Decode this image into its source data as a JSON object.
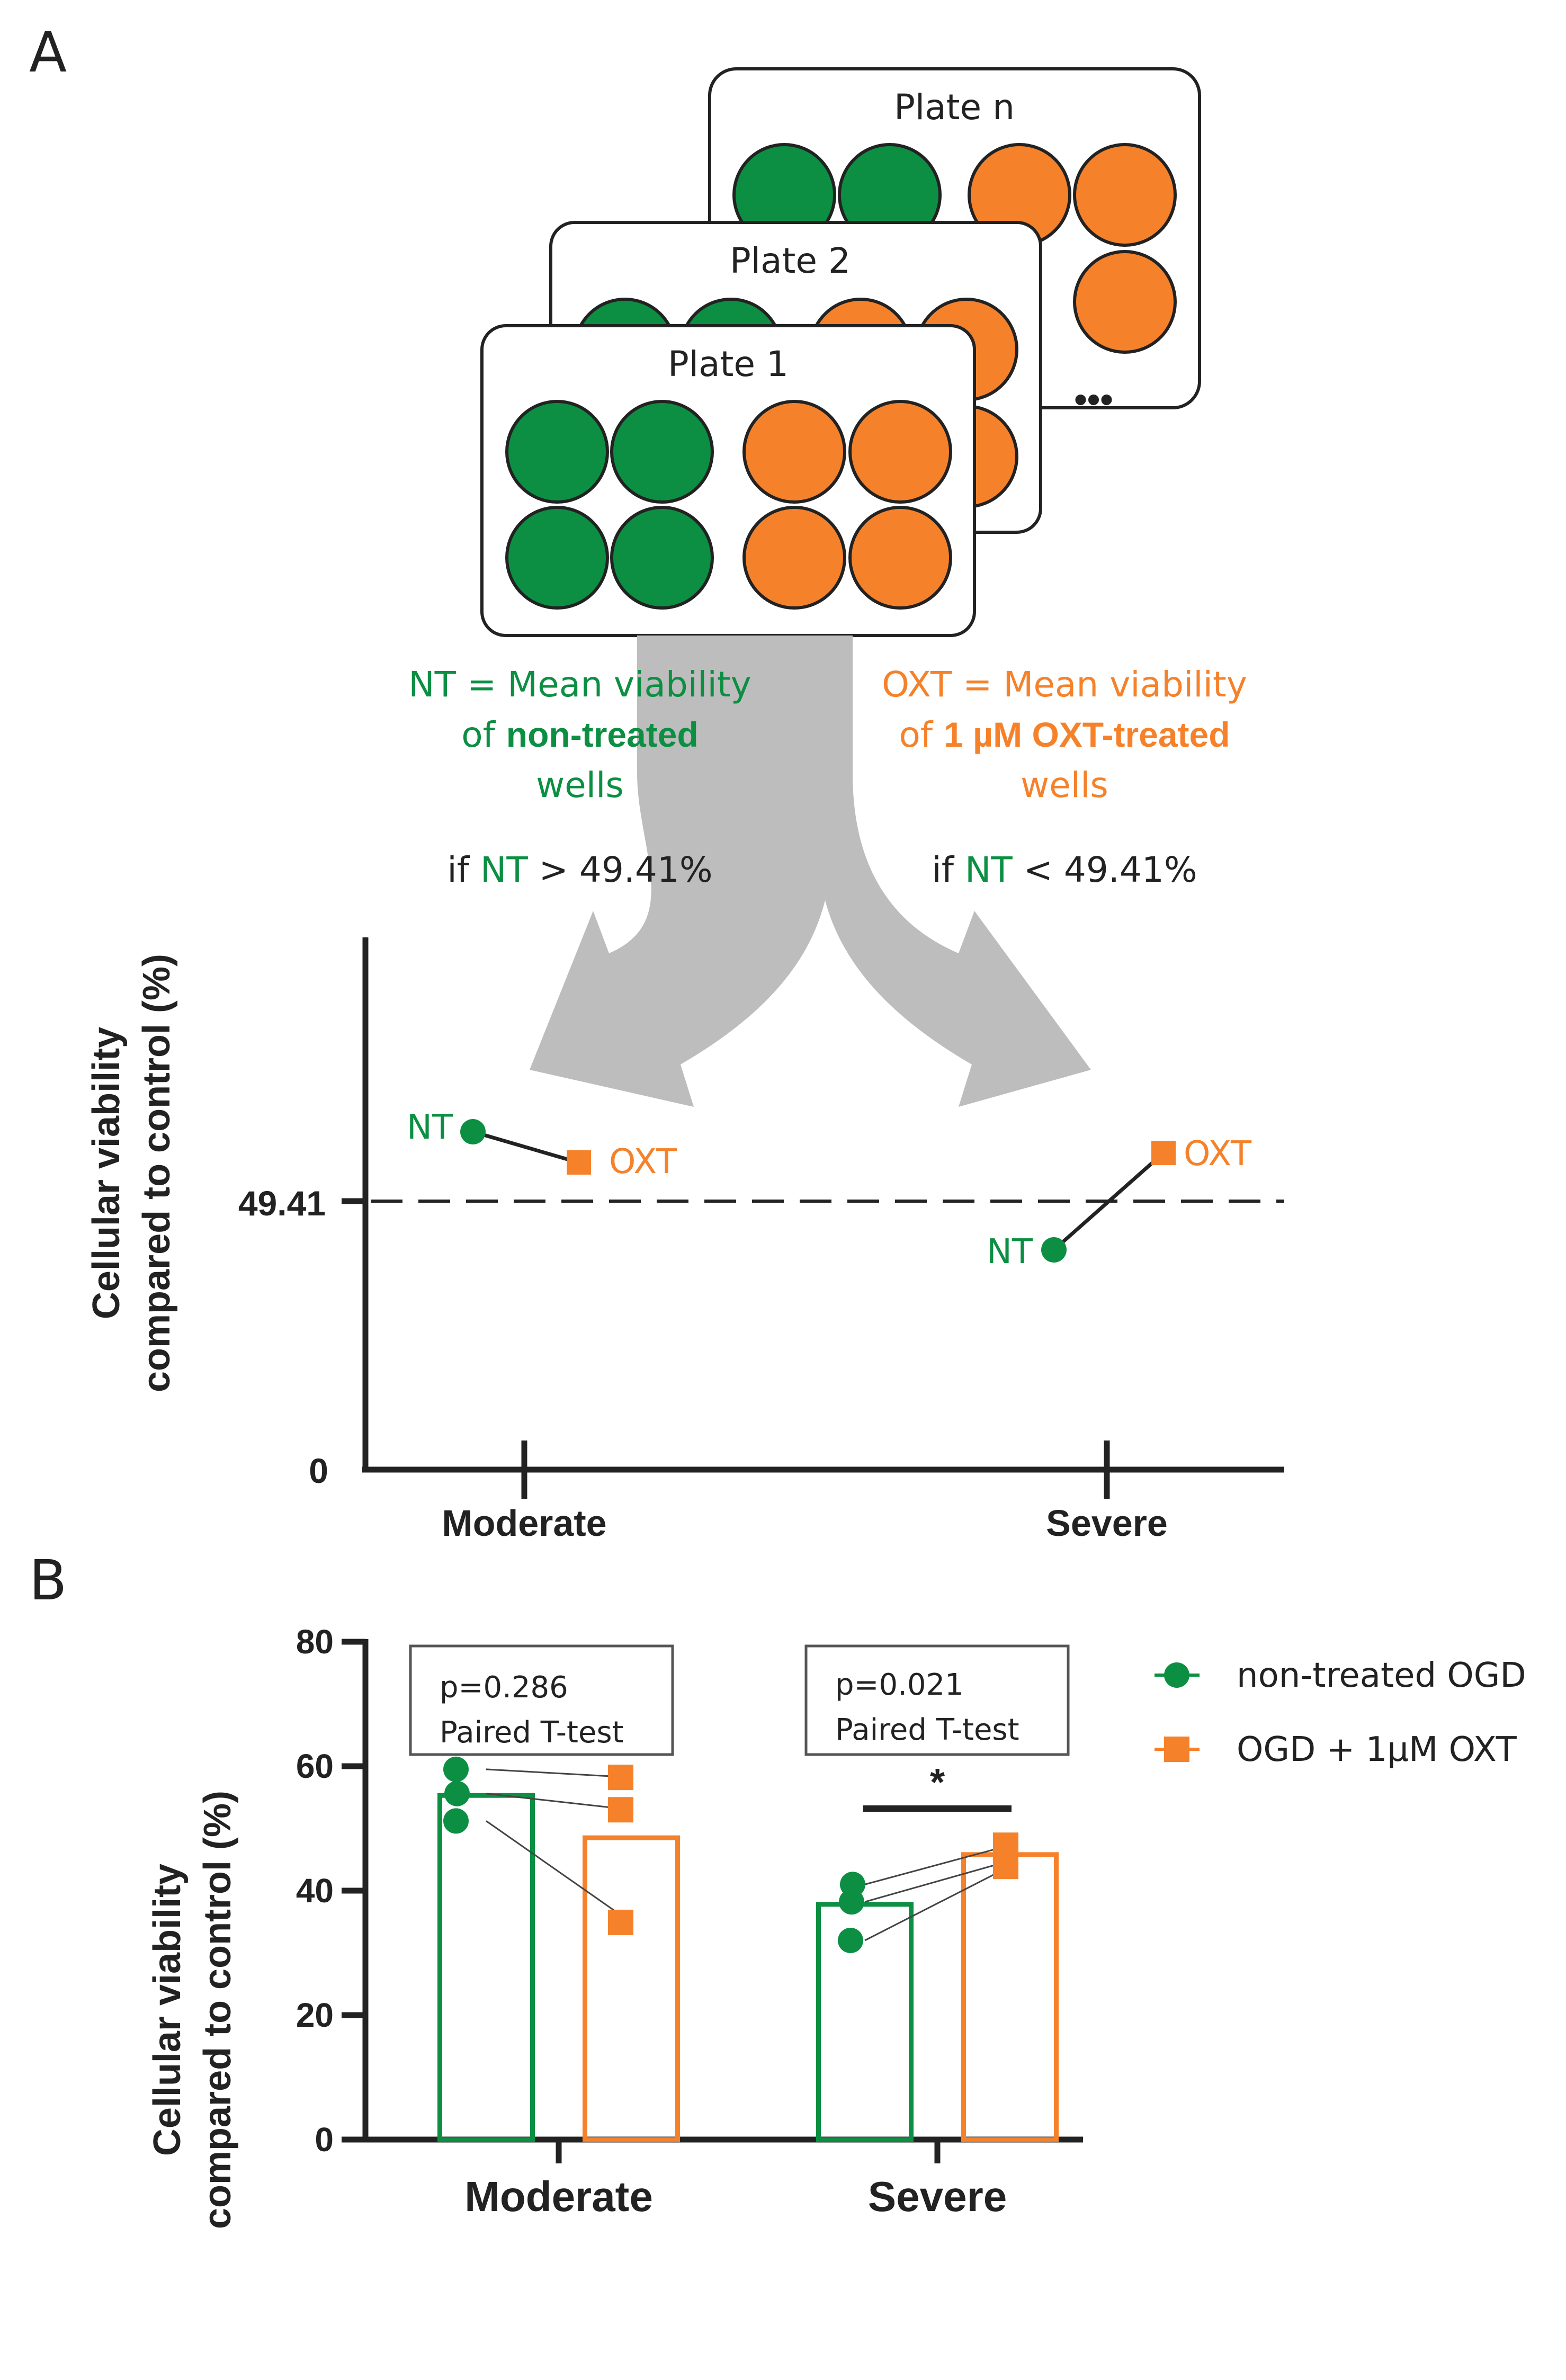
{
  "colors": {
    "green": "#0c8f43",
    "orange": "#f5822b",
    "axis": "#222222",
    "arrow": "#bdbdbd",
    "plate_border": "#222222"
  },
  "panel_a": {
    "label": "A",
    "plates": [
      {
        "title": "Plate n"
      },
      {
        "title": "Plate 2"
      },
      {
        "title": "Plate 1"
      }
    ],
    "ellipsis": "•••",
    "nt_def": {
      "line1": "NT = Mean viability",
      "line2_prefix": "of ",
      "line2_bold": "non-treated",
      "line3": "wells"
    },
    "oxt_def": {
      "line1": "OXT = Mean viability",
      "line2_prefix": "of ",
      "line2_bold": "1 µM OXT-treated",
      "line3": "wells"
    },
    "cond_left": {
      "prefix": "if ",
      "nt": "NT",
      "suffix": " > 49.41%"
    },
    "cond_right": {
      "prefix": "if ",
      "nt": "NT",
      "suffix": " < 49.41%"
    },
    "ylabel_line1": "Cellular viability",
    "ylabel_line2": "compared to control (%)",
    "threshold_label": "49.41",
    "zero_label": "0",
    "categories": [
      "Moderate",
      "Severe"
    ],
    "point_labels": {
      "nt": "NT",
      "oxt": "OXT"
    }
  },
  "chart_data": {
    "type": "bar",
    "title": "",
    "panel_label": "B",
    "categories": [
      "Moderate",
      "Severe"
    ],
    "ylabel_line1": "Cellular viability",
    "ylabel_line2": "compared to control (%)",
    "xlabel": "",
    "ylim": [
      0,
      80
    ],
    "yticks": [
      0,
      20,
      40,
      60,
      80
    ],
    "series": [
      {
        "name": "non-treated OGD",
        "color": "#0c8f43",
        "marker": "circle",
        "values": [
          55.3,
          37.8
        ],
        "points": [
          [
            59.5,
            55.6,
            51.2
          ],
          [
            41.0,
            38.2,
            32.0
          ]
        ]
      },
      {
        "name": "OGD + 1µM OXT",
        "color": "#f5822b",
        "marker": "square",
        "values": [
          48.5,
          45.8
        ],
        "points": [
          [
            58.2,
            53.0,
            34.9
          ],
          [
            47.3,
            44.8,
            43.9
          ]
        ]
      }
    ],
    "stats": [
      {
        "p": "p=0.286",
        "test": "Paired T-test"
      },
      {
        "p": "p=0.021",
        "test": "Paired T-test"
      }
    ],
    "significance": [
      {
        "category": 1,
        "symbol": "*"
      }
    ],
    "legend_position": "top-right"
  }
}
